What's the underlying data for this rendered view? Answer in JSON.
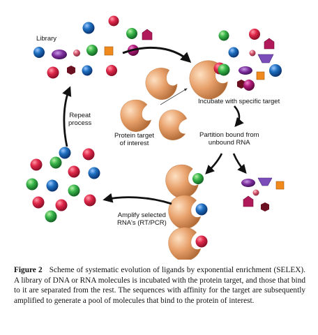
{
  "labels": {
    "library": "Library",
    "incubate": "Incubate with specific target",
    "protein_target": "Protein target\nof interest",
    "partition": "Partition bound from\nunbound RNA",
    "repeat": "Repeat\nprocess",
    "amplify": "Amplify selected\nRNA's (RT/PCR)"
  },
  "caption": {
    "label": "Figure 2",
    "text": "Scheme of systematic evolution of ligands by exponential enrichment (SELEX). A library of DNA or RNA molecules is incubated with the protein target, and those that bind to it are separated from the rest. The sequences with affinity for the target are subsequently amplified to generate a pool of molecules that bind to the protein of interest."
  },
  "colors": {
    "red": "#e0284a",
    "green": "#38b54a",
    "blue": "#1e6fc0",
    "magenta": "#b01a78",
    "purple": "#7a2d9a",
    "orange": "#f08a1c",
    "pink": "#d4566e",
    "dark_red": "#6a1020",
    "protein": "#e8a06a",
    "arrow": "#111111"
  }
}
